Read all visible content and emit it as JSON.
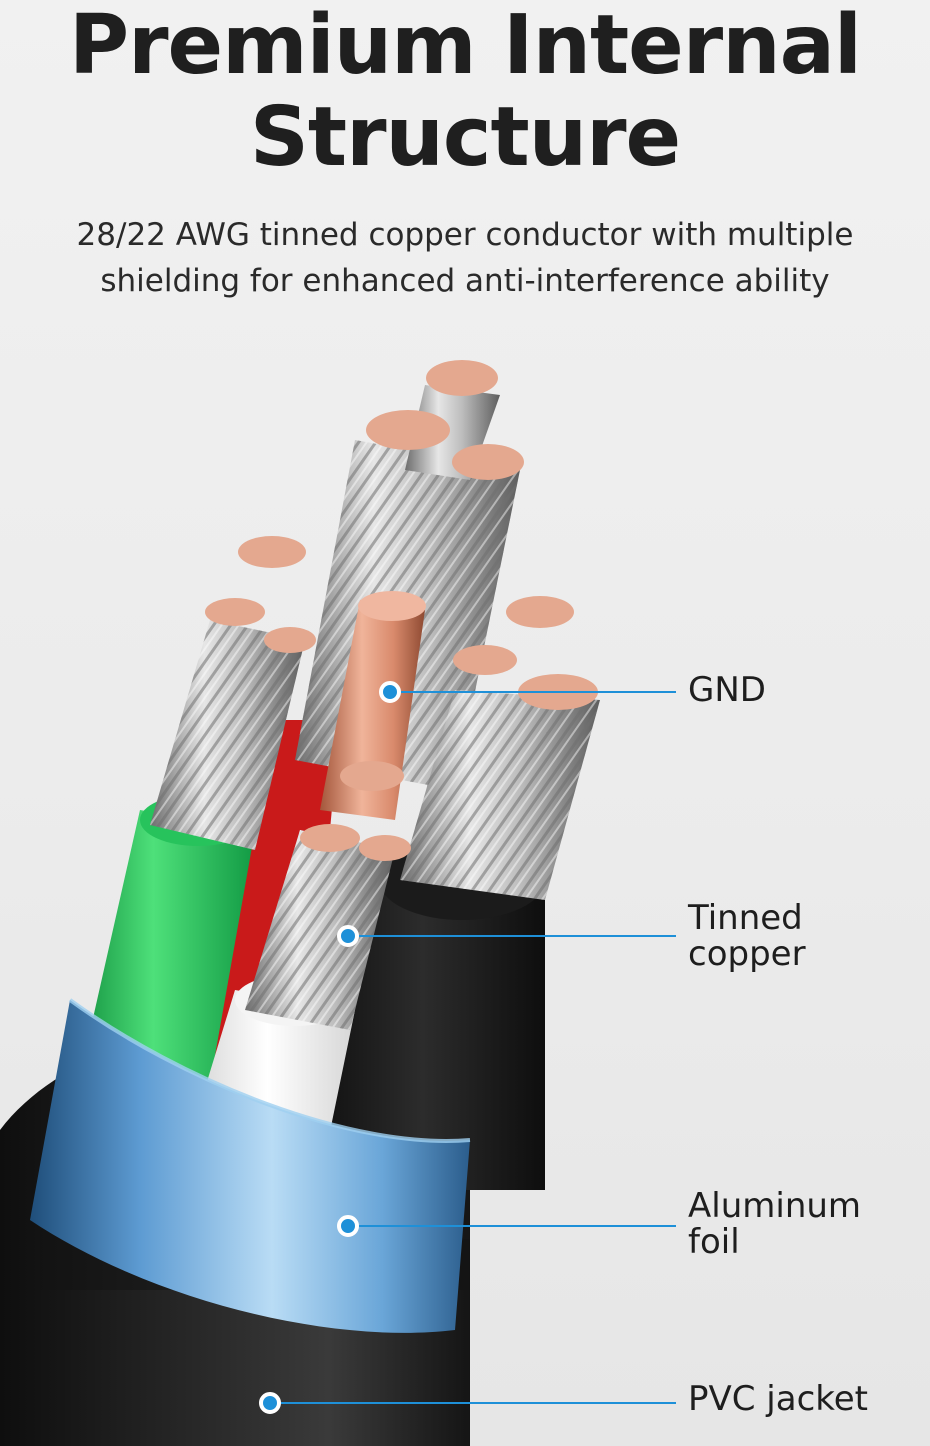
{
  "header": {
    "title_line1": "Premium Internal",
    "title_line2": "Structure",
    "subtitle_line1": "28/22 AWG tinned copper conductor with multiple",
    "subtitle_line2": "shielding for enhanced anti-interference ability"
  },
  "callouts": {
    "gnd": {
      "line1": "GND"
    },
    "tinned": {
      "line1": "Tinned",
      "line2": "copper"
    },
    "foil": {
      "line1": "Aluminum",
      "line2": "foil"
    },
    "jacket": {
      "line1": "PVC jacket"
    }
  },
  "colors": {
    "accent": "#1e90d8",
    "text": "#1f1f1f",
    "jacket": "#1c1c1c",
    "foil": "#5ba0d6",
    "wire_green": "#22c55e",
    "wire_red": "#d81e1e",
    "wire_white": "#f2f2f2",
    "wire_black": "#1a1a1a",
    "copper": "#d9967c",
    "tinned": "#c9c9c9"
  }
}
